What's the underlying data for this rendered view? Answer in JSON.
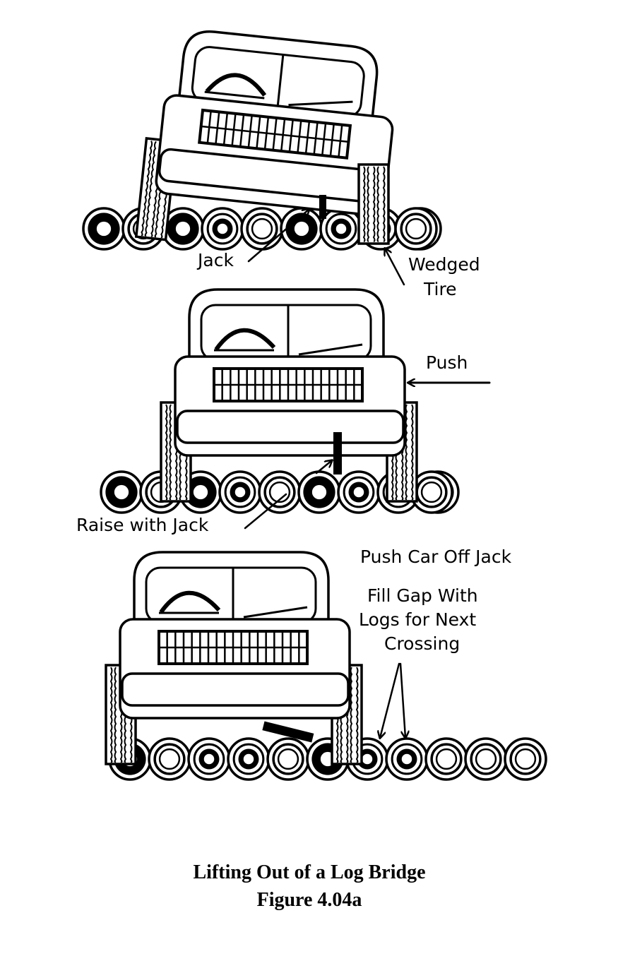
{
  "figure": {
    "caption_title": "Lifting Out of a Log Bridge",
    "caption_number": "Figure 4.04a",
    "colors": {
      "ink": "#000000",
      "paper": "#ffffff"
    }
  },
  "panels": [
    {
      "step": 1,
      "description": "Car tilted with right tire wedged in gap between logs; jack under frame",
      "labels": {
        "jack": "Jack",
        "wedged_line1": "Wedged",
        "wedged_line2": "Tire"
      },
      "log_count": 9
    },
    {
      "step": 2,
      "description": "Car raised level with jack, pushed sideways",
      "labels": {
        "push": "Push",
        "raise": "Raise with Jack"
      },
      "log_count": 9
    },
    {
      "step": 3,
      "description": "Car pushed off jack; gap filled with logs",
      "labels": {
        "push_off": "Push Car Off Jack",
        "fill_line1": "Fill Gap  With",
        "fill_line2": "Logs for Next",
        "fill_line3": "Crossing"
      },
      "log_count": 11
    }
  ]
}
